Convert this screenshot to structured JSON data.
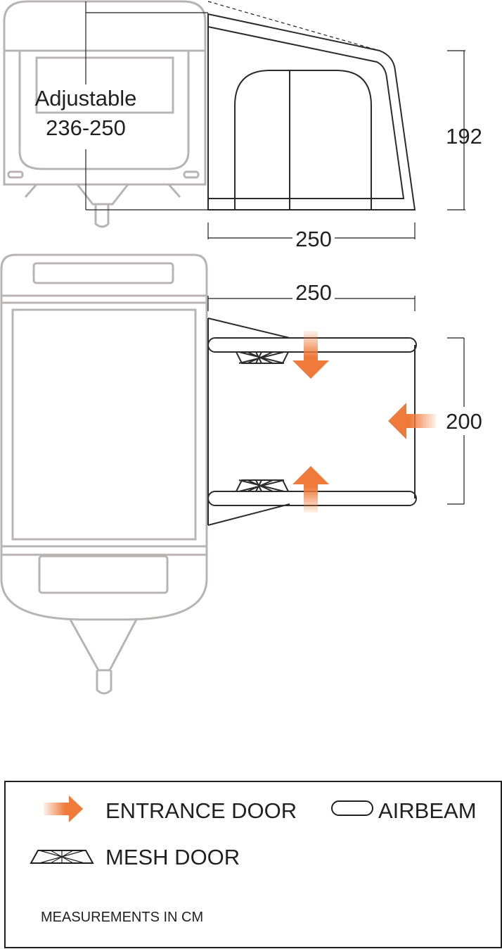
{
  "side_view": {
    "adjustable_label": "Adjustable",
    "adjustable_range": "236-250",
    "height_label": "192",
    "width_label": "250"
  },
  "plan_view": {
    "width_label": "250",
    "depth_label": "200"
  },
  "legend": {
    "entrance_door": "ENTRANCE DOOR",
    "airbeam": "AIRBEAM",
    "mesh_door": "MESH DOOR",
    "measurements_note": "MEASUREMENTS IN CM"
  },
  "colors": {
    "door_arrow": "#f07a3a",
    "caravan_outline": "#b8b4b4",
    "tent_outline": "#2b2b2b"
  }
}
